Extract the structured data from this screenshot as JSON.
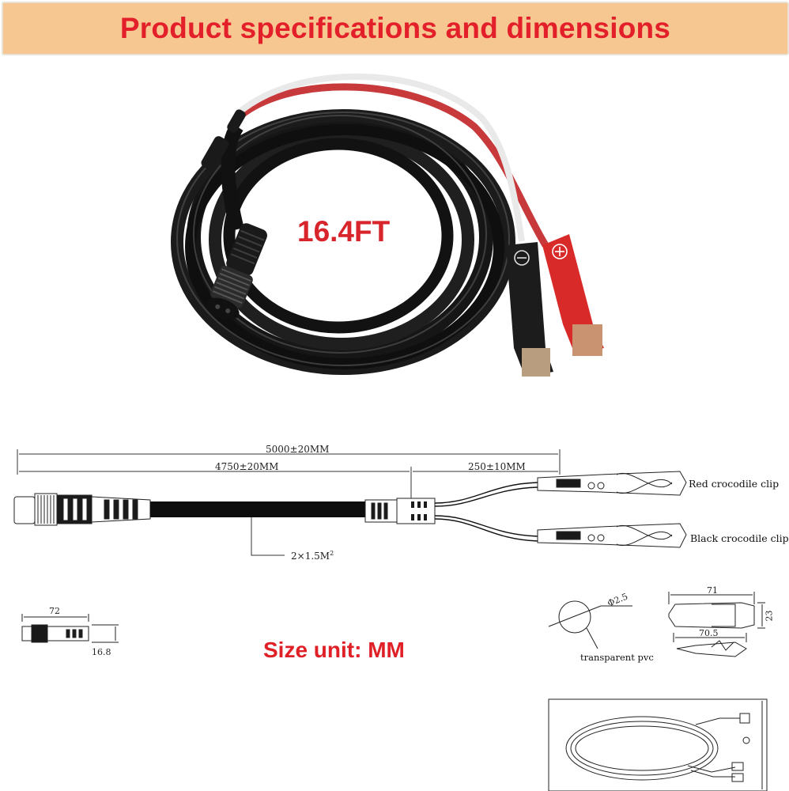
{
  "banner": {
    "title": "Product specifications and dimensions",
    "background": "#f7c792",
    "text_color": "#e3202a"
  },
  "photo": {
    "length_label": "16.4FT",
    "clip_colors": {
      "negative": "#1c1c1c",
      "positive": "#d92a2a"
    }
  },
  "drawing": {
    "total_length": "5000±20MM",
    "main_cable_length": "4750±20MM",
    "branch_length": "250±10MM",
    "red_clip_label": "Red crocodile clip",
    "black_clip_label": "Black crocodile clip",
    "wire_gauge": "2×1.5M",
    "wire_gauge_sup": "2",
    "connector_length": "72",
    "connector_diameter": "16.8",
    "wire_diameter": "Φ2.5",
    "wire_material": "transparent pvc",
    "clip_length": "71",
    "clip_height": "23",
    "clip_open_length": "70.5",
    "size_unit": "Size unit: MM"
  }
}
